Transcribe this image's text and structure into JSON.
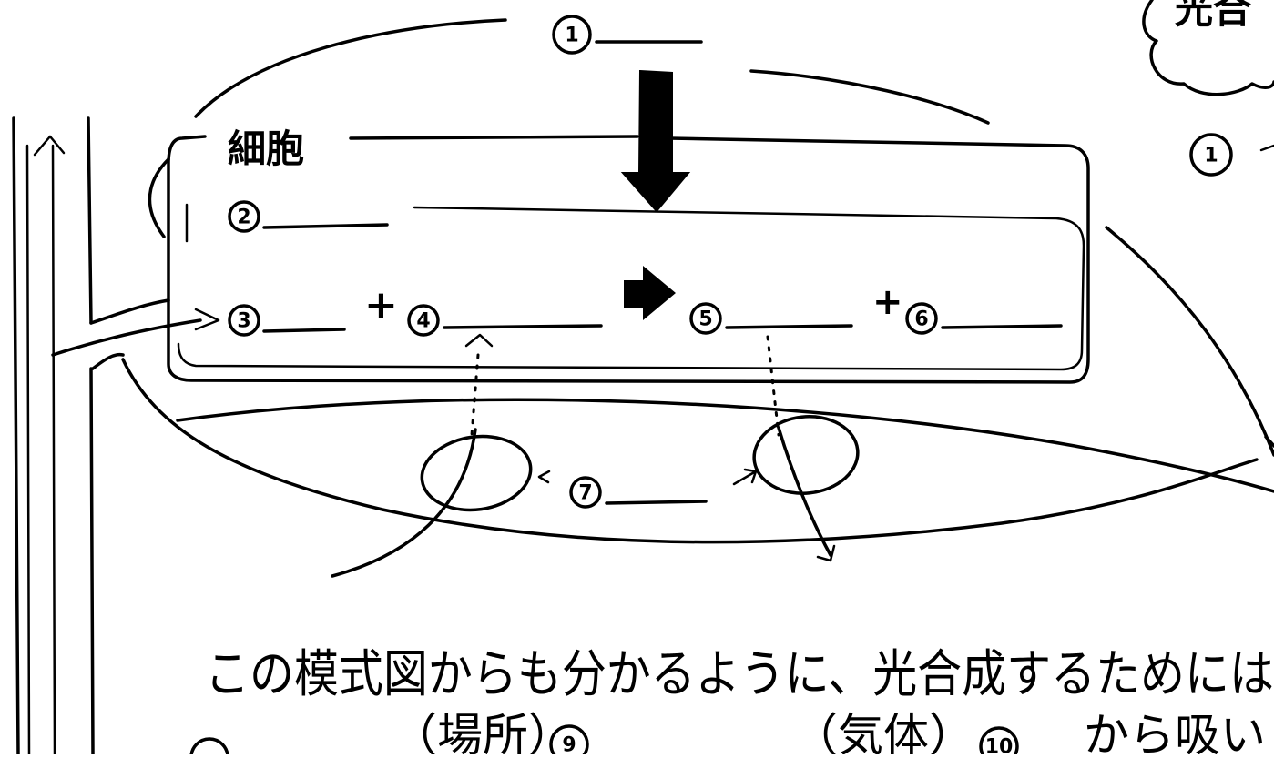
{
  "diagram": {
    "cell_label": "細胞",
    "markers": {
      "m1": "1",
      "m2": "2",
      "m3": "3",
      "m4": "4",
      "m5": "5",
      "m6": "6",
      "m7": "7",
      "m9": "9",
      "m10": "10",
      "m1b": "1"
    },
    "plus_sign": "+",
    "cloud_text": "光合",
    "sentence_line1": "この模式図からも分かるように、光合成するためには",
    "sentence_line2": {
      "a": "（場所）",
      "b": "（気体）",
      "c": "から吸い"
    }
  }
}
